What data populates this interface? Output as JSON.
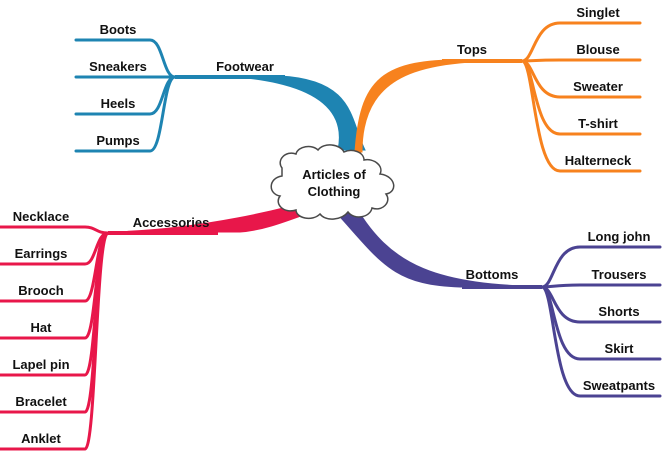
{
  "center": {
    "label_line1": "Articles of",
    "label_line2": "Clothing"
  },
  "branches": {
    "footwear": {
      "label": "Footwear",
      "color": "#1e84b2",
      "leaves": [
        "Boots",
        "Sneakers",
        "Heels",
        "Pumps"
      ]
    },
    "tops": {
      "label": "Tops",
      "color": "#f7821e",
      "leaves": [
        "Singlet",
        "Blouse",
        "Sweater",
        "T-shirt",
        "Halterneck"
      ]
    },
    "accessories": {
      "label": "Accessories",
      "color": "#e8174a",
      "leaves": [
        "Necklace",
        "Earrings",
        "Brooch",
        "Hat",
        "Lapel pin",
        "Bracelet",
        "Anklet"
      ]
    },
    "bottoms": {
      "label": "Bottoms",
      "color": "#4b4392",
      "leaves": [
        "Long john",
        "Trousers",
        "Shorts",
        "Skirt",
        "Sweatpants"
      ]
    }
  }
}
